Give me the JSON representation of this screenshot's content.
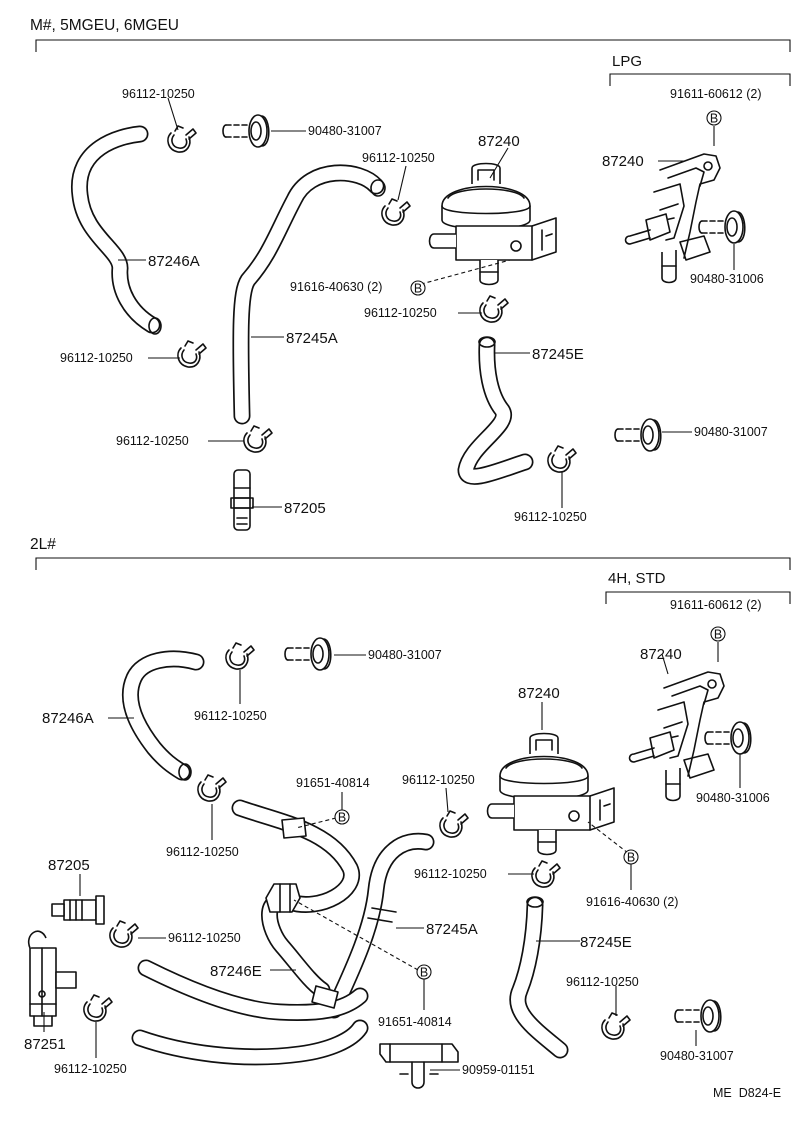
{
  "sections": {
    "top": {
      "header": "M#, 5MGEU, 6MGEU",
      "sub_header": "LPG"
    },
    "bottom": {
      "header": "2L#",
      "sub_header": "4H, STD"
    }
  },
  "bolt_marker": "B",
  "footer_code": "ME  D824-E",
  "labels": {
    "t1": "96112-10250",
    "t2": "90480-31007",
    "t3": "87246A",
    "t4": "96112-10250",
    "t5": "96112-10250",
    "t6": "87245A",
    "t7": "96112-10250",
    "t8": "87205",
    "t9": "87240",
    "t10": "91616-40630 (2)",
    "t11": "96112-10250",
    "t12": "87245E",
    "t13": "96112-10250",
    "t14": "91611-60612 (2)",
    "t15": "87240",
    "t16": "90480-31006",
    "t17": "90480-31007",
    "b1": "90480-31007",
    "b2": "96112-10250",
    "b3": "87246A",
    "b4": "91651-40814",
    "b5": "96112-10250",
    "b6": "87240",
    "b7": "96112-10250",
    "b8": "87205",
    "b9": "96112-10250",
    "b10": "87245A",
    "b11": "87246E",
    "b12": "91651-40814",
    "b13": "87251",
    "b14": "96112-10250",
    "b15": "96112-10250",
    "b16": "91616-40630 (2)",
    "b17": "87245E",
    "b18": "96112-10250",
    "b19": "90480-31007",
    "b20": "90959-01151",
    "b21": "91611-60612 (2)",
    "b22": "87240",
    "b23": "90480-31006"
  }
}
